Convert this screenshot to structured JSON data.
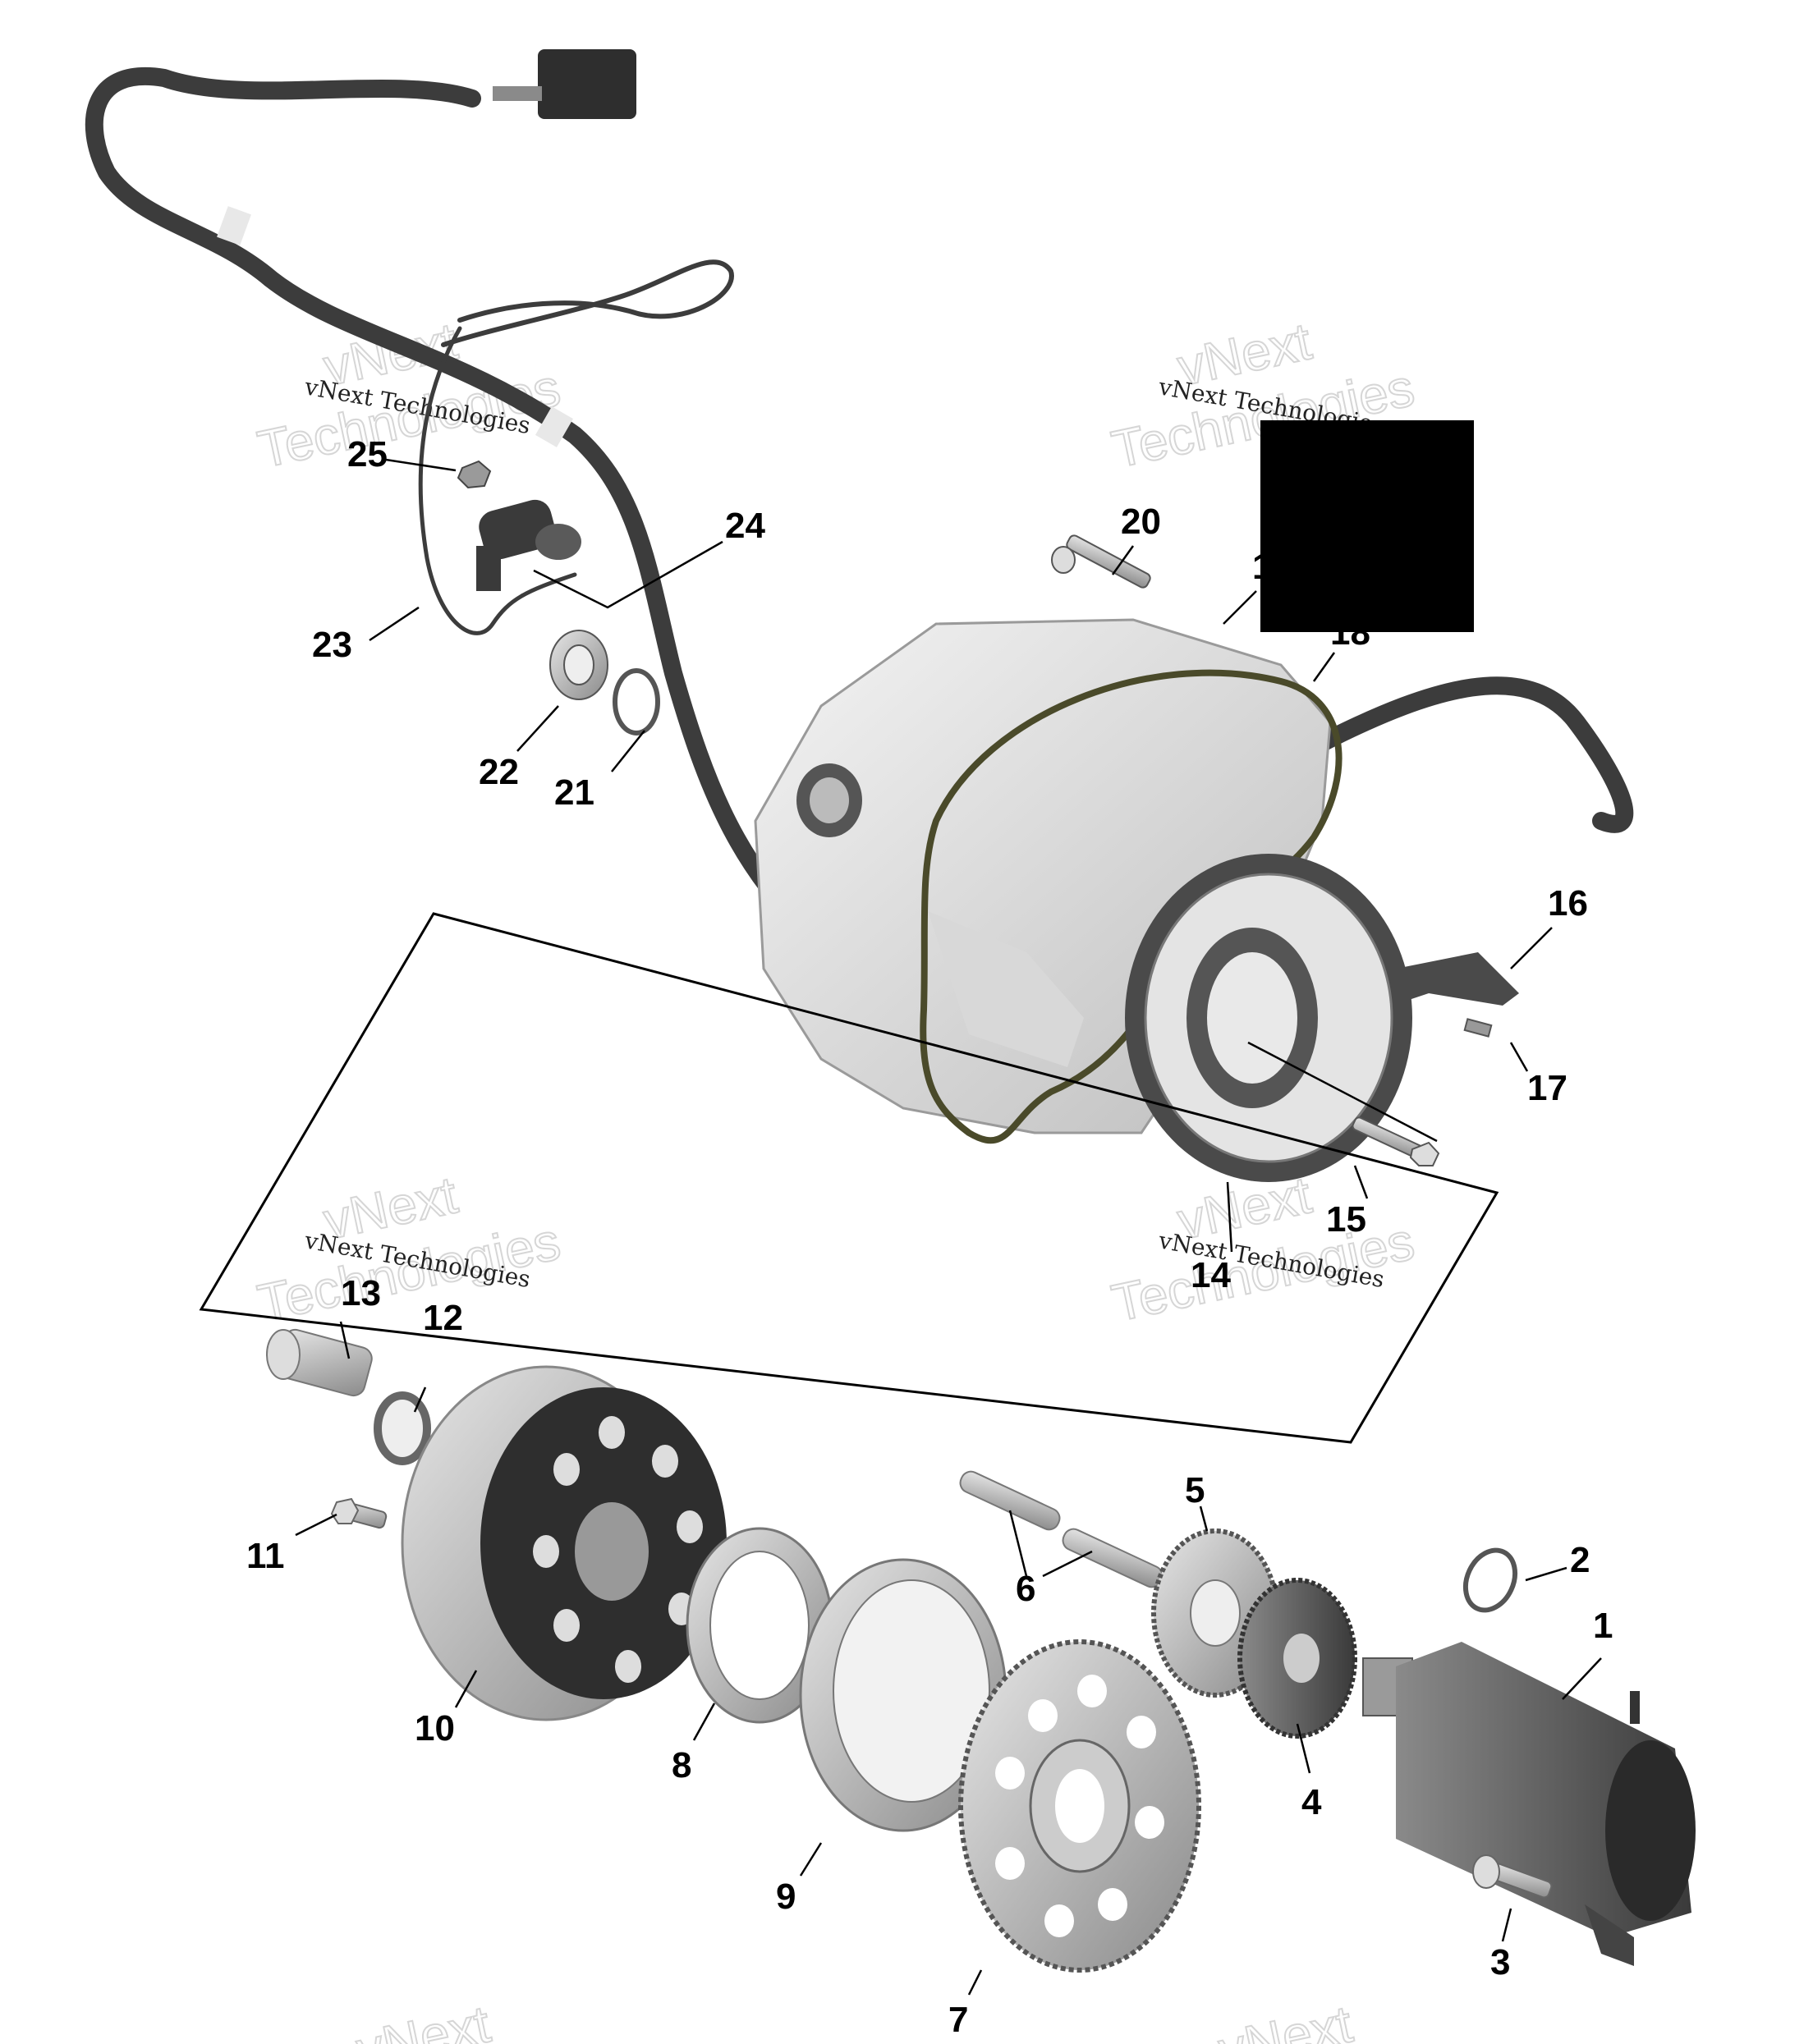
{
  "watermark": {
    "line1": "vNext",
    "line2": "Technologies",
    "caption": "vNext Technologies"
  },
  "callouts": {
    "p1": "1",
    "p2": "2",
    "p3": "3",
    "p4": "4",
    "p5": "5",
    "p6": "6",
    "p7": "7",
    "p8": "8",
    "p9": "9",
    "p10": "10",
    "p11": "11",
    "p12": "12",
    "p13": "13",
    "p14": "14",
    "p15": "15",
    "p16": "16",
    "p17": "17",
    "p18": "18",
    "p19": "1",
    "p20": "20",
    "p21": "21",
    "p22": "22",
    "p23": "23",
    "p24": "24",
    "p25": "25"
  },
  "colors": {
    "ink": "#000000",
    "part_gray": "#b8b8b8",
    "part_dark": "#3c3c3c",
    "gasket": "#4a4a2a",
    "redaction": "#000000"
  }
}
